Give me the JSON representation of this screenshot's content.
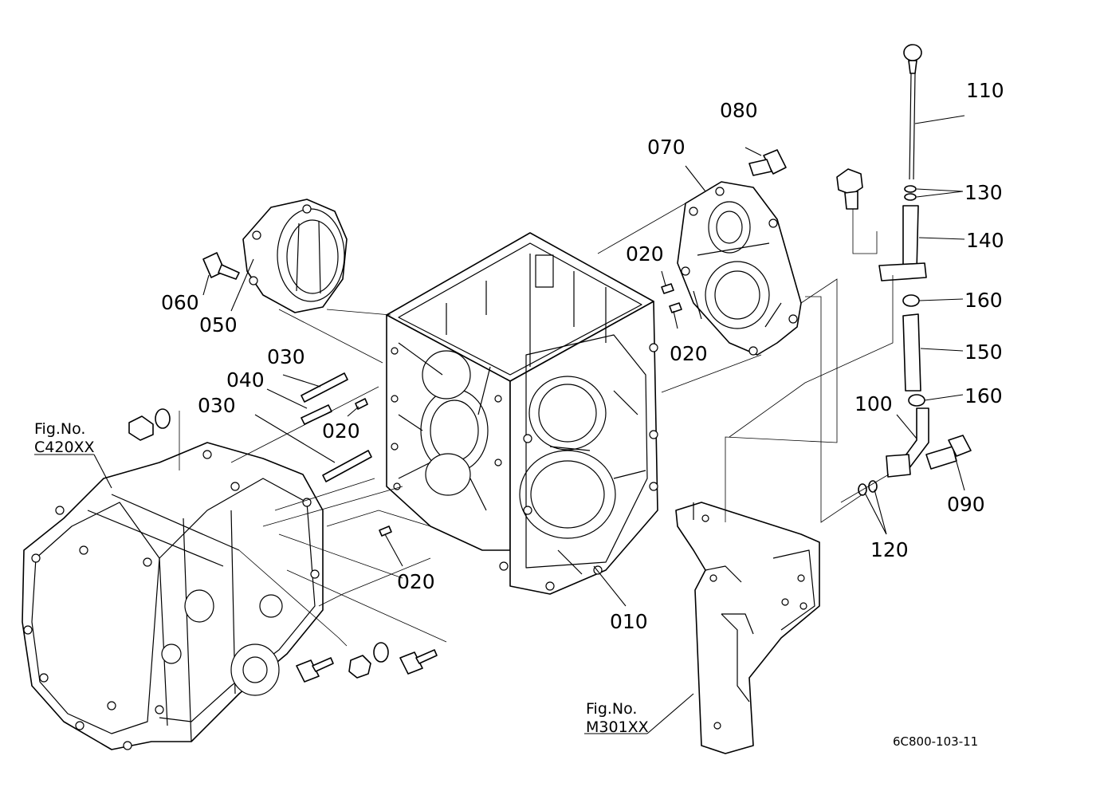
{
  "labels": {
    "p010": "010",
    "p020a": "020",
    "p020b": "020",
    "p020c": "020",
    "p020d": "020",
    "p030a": "030",
    "p030b": "030",
    "p040": "040",
    "p050": "050",
    "p060": "060",
    "p070": "070",
    "p080": "080",
    "p090": "090",
    "p100": "100",
    "p110": "110",
    "p120": "120",
    "p130": "130",
    "p140": "140",
    "p150": "150",
    "p160a": "160",
    "p160b": "160"
  },
  "refs": {
    "c420_title": "Fig.No.",
    "c420_code": "C420XX",
    "m301_title": "Fig.No.",
    "m301_code": "M301XX"
  },
  "drawing_code": "6C800-103-11"
}
